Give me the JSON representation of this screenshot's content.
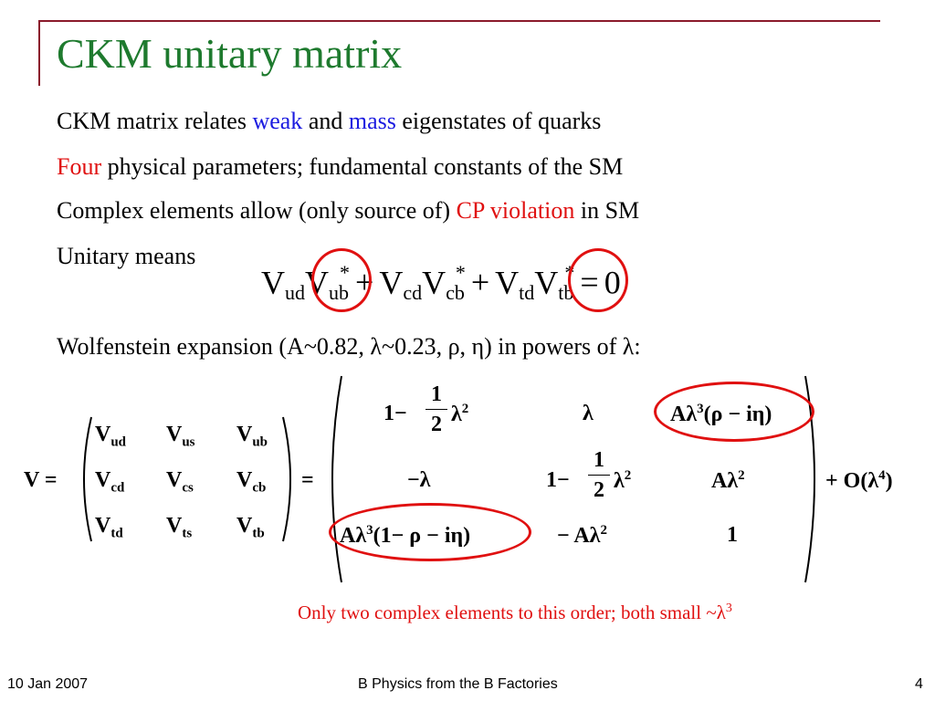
{
  "slide": {
    "title": "CKM unitary matrix",
    "bullets": [
      {
        "pre": "CKM matrix relates ",
        "weak": "weak",
        "mid": " and ",
        "mass": "mass",
        "post": " eigenstates of quarks"
      },
      {
        "four": "Four",
        "post": " physical parameters; fundamental constants of the SM"
      },
      {
        "pre": "Complex elements allow (only source of) ",
        "cp": "CP violation",
        "post": " in SM"
      },
      {
        "text": "Unitary means"
      },
      {
        "text": "Wolfenstein expansion (A~0.82, λ~0.23, ρ, η) in powers of λ:"
      }
    ],
    "unitarity": {
      "V": "V",
      "ud": "ud",
      "ub": "ub",
      "cd": "cd",
      "cb": "cb",
      "td": "td",
      "tb": "tb",
      "star": "*",
      "plus": "+",
      "equals": "=",
      "zero": "0"
    },
    "matrix": {
      "lhs_label": "V =",
      "V": "V",
      "subs": [
        "ud",
        "us",
        "ub",
        "cd",
        "cs",
        "cb",
        "td",
        "ts",
        "tb"
      ],
      "equals": "=",
      "frac_num": "1",
      "frac_den": "2",
      "one_minus": "1−",
      "lam": "λ",
      "sq": "2",
      "cube": "3",
      "four": "4",
      "neg_lam": "−λ",
      "A_lam": "Aλ",
      "rho_term": "(ρ − iη)",
      "rho_term2": "(1− ρ − iη)",
      "neg_A_lam": "− Aλ",
      "one": "1",
      "order": "+ O(λ",
      "order_close": ")"
    },
    "note": "Only two complex elements to this order; both small ~λ",
    "note_sup": "3"
  },
  "footer": {
    "date": "10 Jan 2007",
    "center": "B Physics from the B Factories",
    "page": "4"
  },
  "colors": {
    "title": "#1e7a2e",
    "frame": "#8b1a2b",
    "blue": "#1a1ae0",
    "red": "#e01010"
  }
}
